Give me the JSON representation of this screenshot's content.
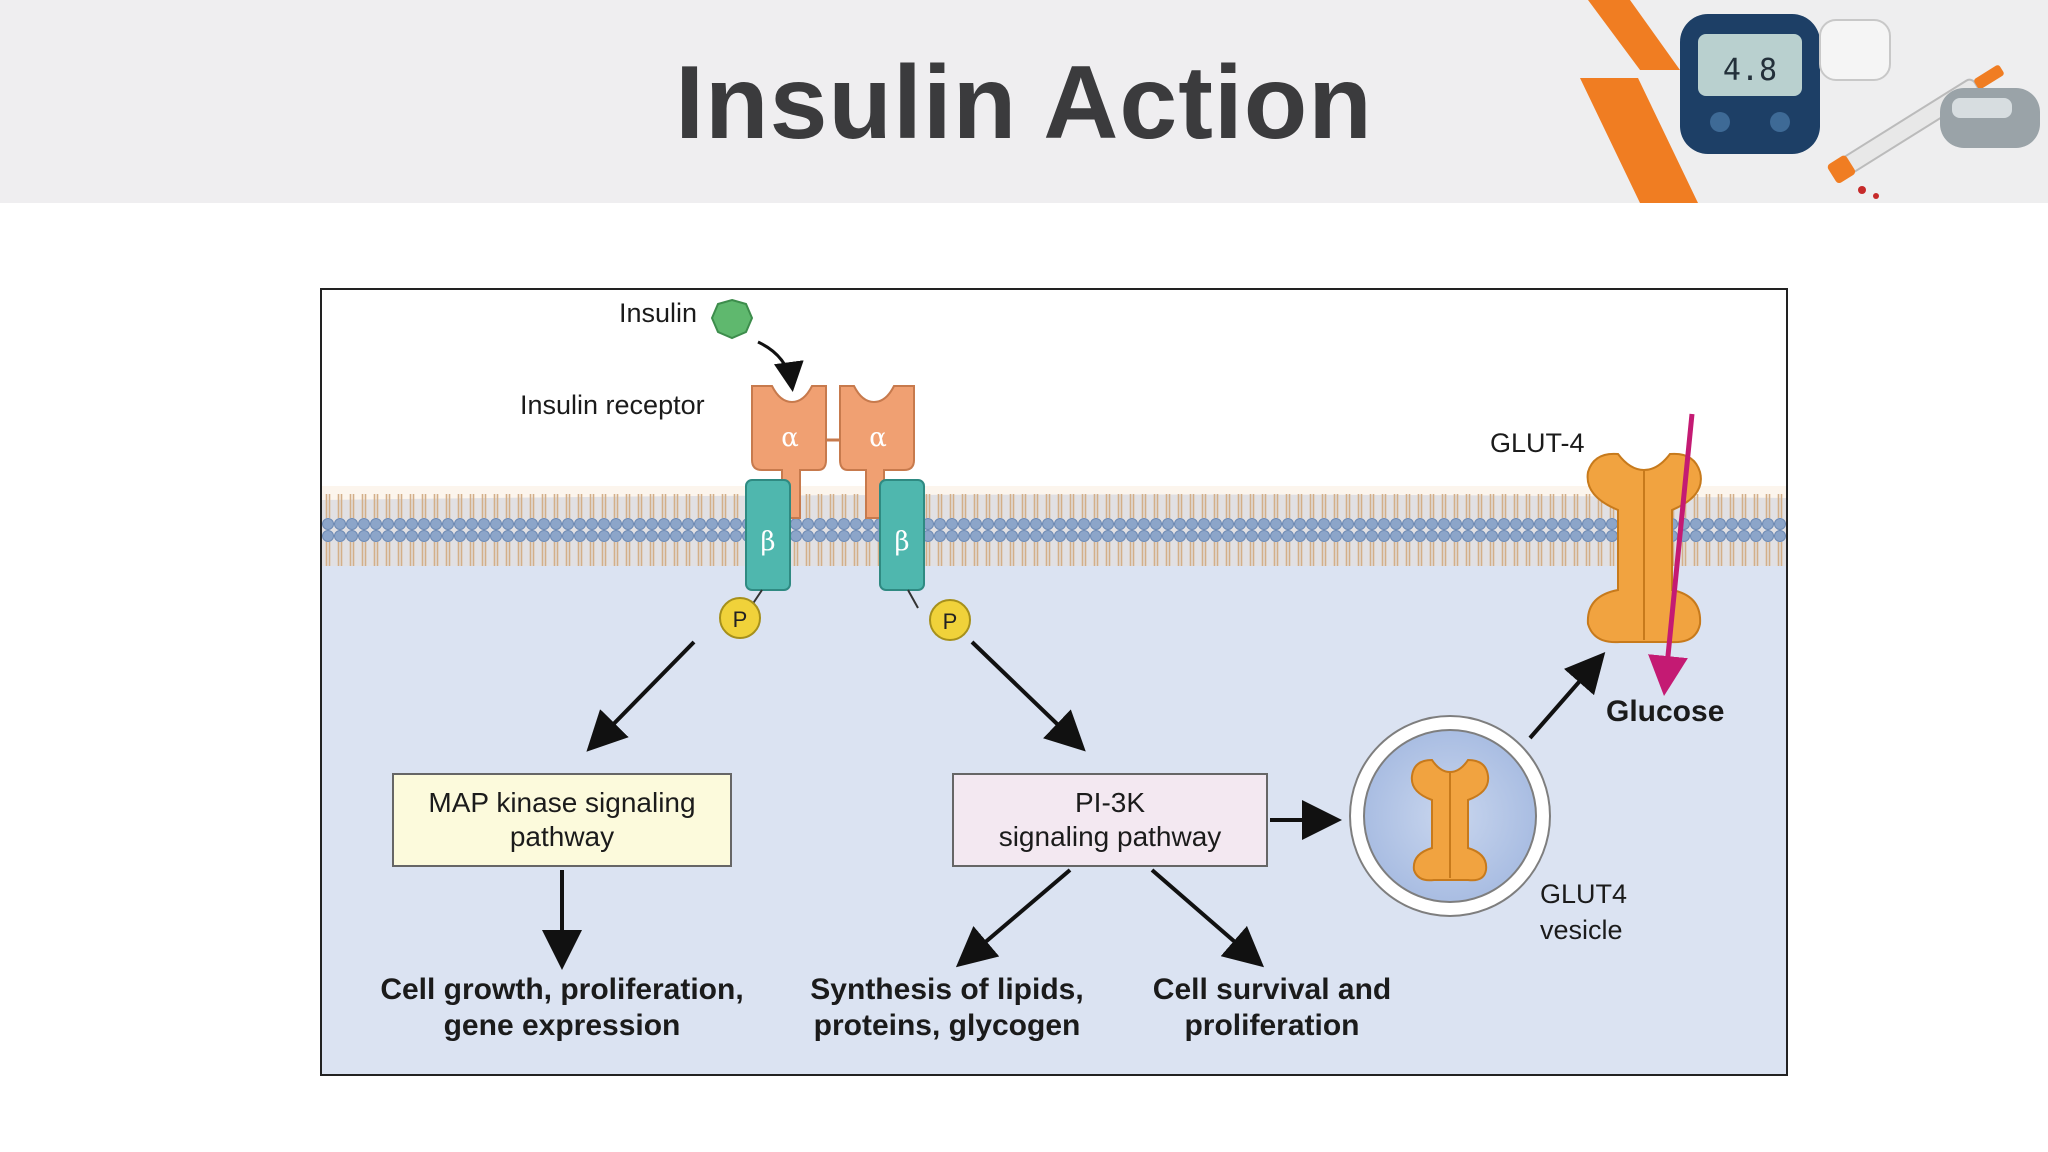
{
  "slide": {
    "title": "Insulin Action"
  },
  "diagram": {
    "labels": {
      "insulin": "Insulin",
      "insulin_receptor": "Insulin receptor",
      "alpha": "α",
      "beta": "β",
      "phosphate": "P",
      "glut4_transporter": "GLUT-4",
      "glucose": "Glucose",
      "glut4_vesicle_line1": "GLUT4",
      "glut4_vesicle_line2": "vesicle"
    },
    "boxes": {
      "map_kinase_line1": "MAP kinase signaling",
      "map_kinase_line2": "pathway",
      "pi3k_line1": "PI-3K",
      "pi3k_line2": "signaling pathway"
    },
    "outcomes": {
      "growth_line1": "Cell growth, proliferation,",
      "growth_line2": "gene expression",
      "synthesis_line1": "Synthesis of lipids,",
      "synthesis_line2": "proteins, glycogen",
      "survival_line1": "Cell survival and",
      "survival_line2": "proliferation"
    }
  },
  "colors": {
    "receptor_alpha": "#f0a072",
    "receptor_beta": "#4fb7ae",
    "insulin": "#5fb86e",
    "glut4": "#f1a340",
    "glucose_arrow": "#c41a73",
    "membrane_head": "#6a94cf",
    "cytoplasm": "#dbe3f2",
    "accent_orange": "#f07d22"
  }
}
